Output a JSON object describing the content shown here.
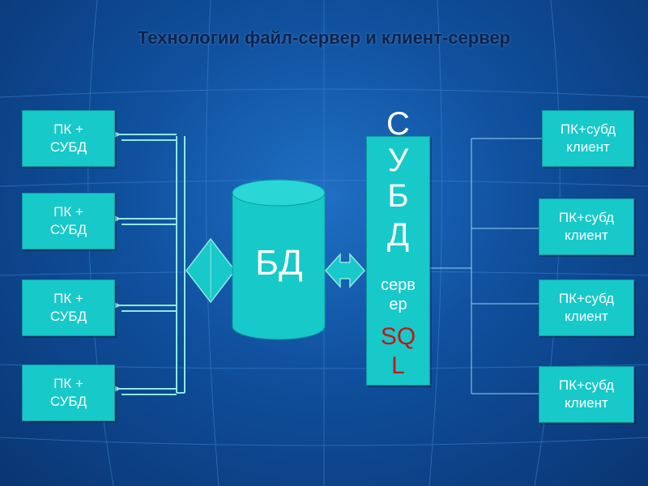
{
  "title": "Технологии файл-сервер и клиент-сервер",
  "left_clients": [
    "ПК +\nСУБД",
    "ПК +\nСУБД",
    "ПК +\nСУБД",
    "ПК +\nСУБД"
  ],
  "database": "БД",
  "server": {
    "letters": [
      "С",
      "У",
      "Б",
      "Д"
    ],
    "line1": "серв",
    "line2": "ер",
    "sql1": "SQ",
    "sql2": "L"
  },
  "right_clients": [
    "ПК+субд\nклиент",
    "ПК+субд\nклиент",
    "ПК+субд\nклиент",
    "ПК+субд\nклиент"
  ],
  "colors": {
    "box": "#17c9c9",
    "sql_text": "#c01818",
    "title": "#0b2450"
  }
}
